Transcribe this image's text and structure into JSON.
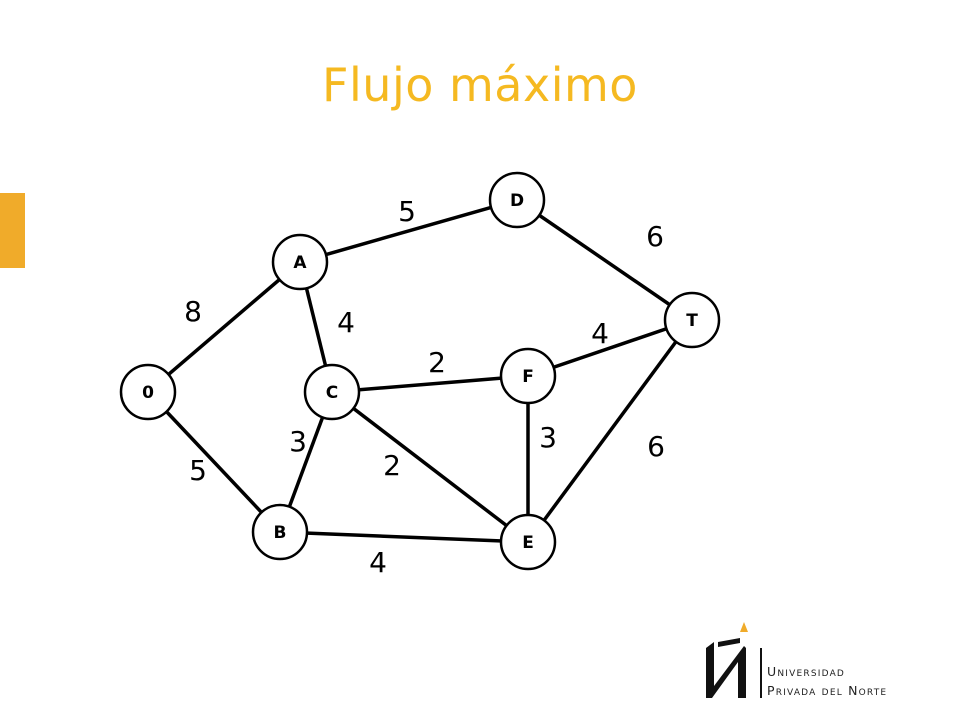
{
  "title": "Flujo máximo",
  "colors": {
    "title": "#f5b921",
    "accent": "#f0ab2a"
  },
  "graph": {
    "nodes": [
      {
        "id": "0",
        "label": "0"
      },
      {
        "id": "A",
        "label": "A"
      },
      {
        "id": "B",
        "label": "B"
      },
      {
        "id": "C",
        "label": "C"
      },
      {
        "id": "D",
        "label": "D"
      },
      {
        "id": "E",
        "label": "E"
      },
      {
        "id": "F",
        "label": "F"
      },
      {
        "id": "T",
        "label": "T"
      }
    ],
    "edges": [
      {
        "from": "0",
        "to": "A",
        "capacity": "8"
      },
      {
        "from": "0",
        "to": "B",
        "capacity": "5"
      },
      {
        "from": "A",
        "to": "D",
        "capacity": "5"
      },
      {
        "from": "A",
        "to": "C",
        "capacity": "4"
      },
      {
        "from": "C",
        "to": "F",
        "capacity": "2"
      },
      {
        "from": "C",
        "to": "B",
        "capacity": "3"
      },
      {
        "from": "C",
        "to": "E",
        "capacity": "2"
      },
      {
        "from": "B",
        "to": "E",
        "capacity": "4"
      },
      {
        "from": "D",
        "to": "T",
        "capacity": "6"
      },
      {
        "from": "F",
        "to": "T",
        "capacity": "4"
      },
      {
        "from": "F",
        "to": "E",
        "capacity": "3"
      },
      {
        "from": "E",
        "to": "T",
        "capacity": "6"
      }
    ]
  },
  "logo": {
    "line1": "Universidad",
    "line2": "Privada del Norte",
    "icon": "upn-logo-icon"
  }
}
